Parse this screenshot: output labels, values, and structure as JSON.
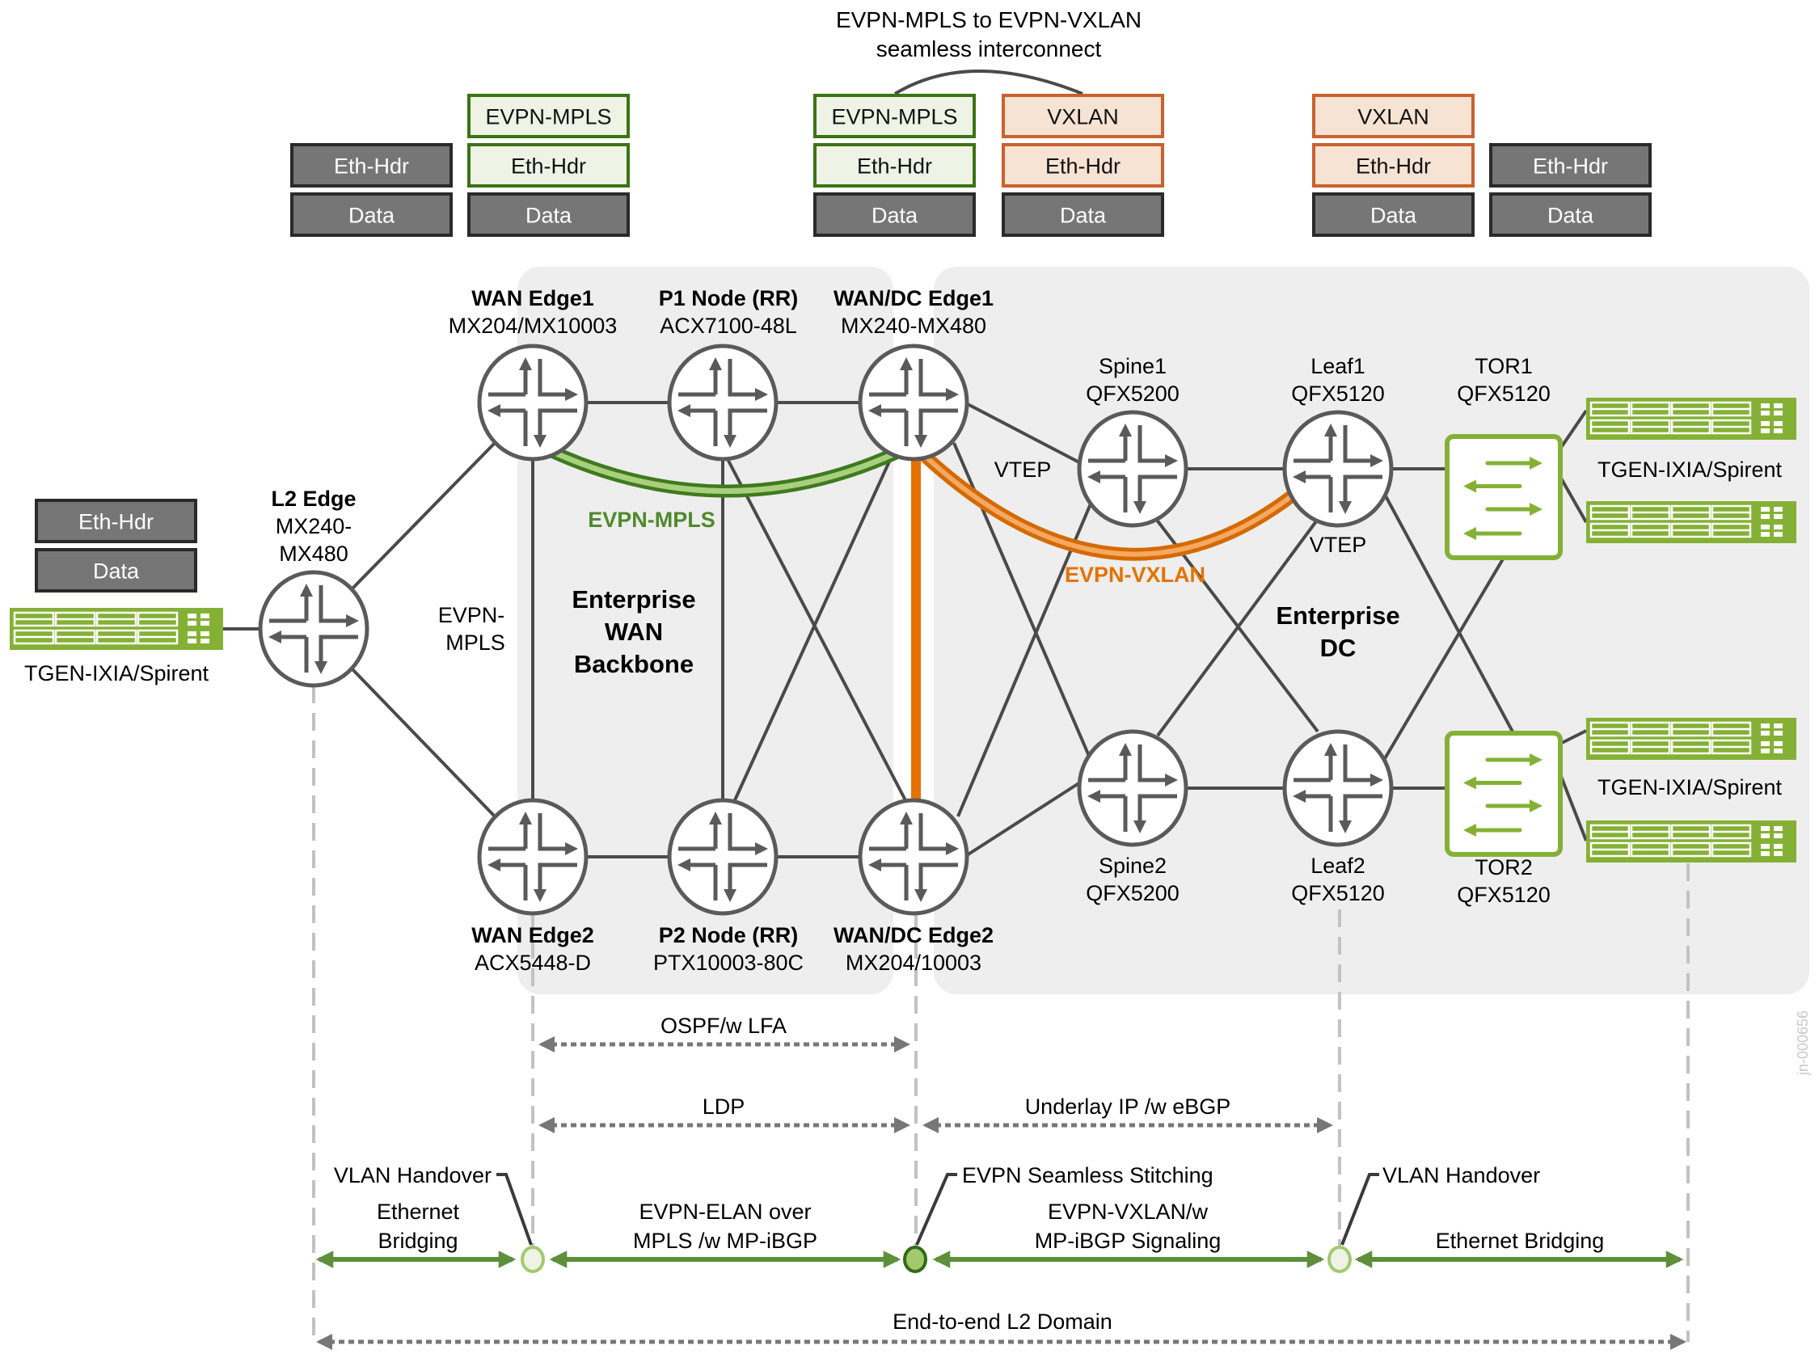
{
  "title": {
    "line1": "EVPN-MPLS to EVPN-VXLAN",
    "line2": "seamless interconnect"
  },
  "colors": {
    "router_stroke": "#5a5a5a",
    "link": "#4a4a4a",
    "region_bg": "#eeeeee",
    "evpn_mpls_green": "#4f8a2c",
    "evpn_mpls_fill": "#eff3e6",
    "evpn_mpls_border": "#3c7414",
    "vxlan_orange": "#e57200",
    "vxlan_fill": "#f7e3d4",
    "vxlan_border": "#c9612e",
    "data_fill": "#767676",
    "data_border": "#2a2a2a",
    "tgen_green": "#84b135",
    "arrow_green": "#5e8f3a",
    "arrow_gray": "#777777"
  },
  "packet_stacks": [
    {
      "id": "left",
      "layers": [
        {
          "label": "Eth-Hdr",
          "kind": "data"
        },
        {
          "label": "Data",
          "kind": "data"
        }
      ]
    },
    {
      "id": "s1",
      "layers": [
        {
          "label": "Eth-Hdr",
          "kind": "data"
        },
        {
          "label": "Data",
          "kind": "data"
        }
      ]
    },
    {
      "id": "s2",
      "layers": [
        {
          "label": "EVPN-MPLS",
          "kind": "mpls"
        },
        {
          "label": "Eth-Hdr",
          "kind": "mpls"
        },
        {
          "label": "Data",
          "kind": "data"
        }
      ]
    },
    {
      "id": "s3",
      "layers": [
        {
          "label": "EVPN-MPLS",
          "kind": "mpls"
        },
        {
          "label": "Eth-Hdr",
          "kind": "mpls"
        },
        {
          "label": "Data",
          "kind": "data"
        }
      ]
    },
    {
      "id": "s4",
      "layers": [
        {
          "label": "VXLAN",
          "kind": "vxlan"
        },
        {
          "label": "Eth-Hdr",
          "kind": "vxlan"
        },
        {
          "label": "Data",
          "kind": "data"
        }
      ]
    },
    {
      "id": "s5",
      "layers": [
        {
          "label": "VXLAN",
          "kind": "vxlan"
        },
        {
          "label": "Eth-Hdr",
          "kind": "vxlan"
        },
        {
          "label": "Data",
          "kind": "data"
        }
      ]
    },
    {
      "id": "s6",
      "layers": [
        {
          "label": "Eth-Hdr",
          "kind": "data"
        },
        {
          "label": "Data",
          "kind": "data"
        }
      ]
    }
  ],
  "regions": {
    "wan": {
      "line1": "Enterprise",
      "line2": "WAN",
      "line3": "Backbone"
    },
    "dc": {
      "line1": "Enterprise",
      "line2": "DC"
    }
  },
  "nodes": {
    "l2_edge": {
      "name": "L2 Edge",
      "model_line1": "MX240-",
      "model_line2": "MX480",
      "type": "router"
    },
    "wan_edge1": {
      "name": "WAN Edge1",
      "model": "MX204/MX10003",
      "type": "router"
    },
    "p1": {
      "name": "P1 Node (RR)",
      "model": "ACX7100-48L",
      "type": "router"
    },
    "wan_dc_edge1": {
      "name": "WAN/DC Edge1",
      "model": "MX240-MX480",
      "type": "router"
    },
    "wan_edge2": {
      "name": "WAN Edge2",
      "model": "ACX5448-D",
      "type": "router"
    },
    "p2": {
      "name": "P2 Node (RR)",
      "model": "PTX10003-80C",
      "type": "router"
    },
    "wan_dc_edge2": {
      "name": "WAN/DC Edge2",
      "model": "MX204/10003",
      "type": "router"
    },
    "spine1": {
      "name": "Spine1",
      "model": "QFX5200",
      "type": "router"
    },
    "spine2": {
      "name": "Spine2",
      "model": "QFX5200",
      "type": "router"
    },
    "leaf1": {
      "name": "Leaf1",
      "model": "QFX5120",
      "type": "router"
    },
    "leaf2": {
      "name": "Leaf2",
      "model": "QFX5120",
      "type": "router"
    },
    "tor1": {
      "name": "TOR1",
      "model": "QFX5120",
      "type": "switch"
    },
    "tor2": {
      "name": "TOR2",
      "model": "QFX5120",
      "type": "switch"
    },
    "tgen_left": {
      "name": "TGEN-IXIA/Spirent",
      "type": "traffic-generator"
    },
    "tgen_right_top": {
      "name": "TGEN-IXIA/Spirent",
      "type": "traffic-generator"
    },
    "tgen_right_bottom": {
      "name": "TGEN-IXIA/Spirent",
      "type": "traffic-generator"
    }
  },
  "link_labels": {
    "evpn_mpls_side": {
      "line1": "EVPN-",
      "line2": "MPLS"
    },
    "evpn_mpls_tunnel": "EVPN-MPLS",
    "evpn_vxlan_tunnel": "EVPN-VXLAN",
    "vtep_edge": "VTEP",
    "vtep_leaf": "VTEP"
  },
  "protocol_spans": {
    "ospf": "OSPF/w LFA",
    "ldp": "LDP",
    "underlay": "Underlay IP /w eBGP",
    "eth_bridging_left": {
      "line1": "Ethernet",
      "line2": "Bridging"
    },
    "evpn_elan": {
      "line1": "EVPN-ELAN over",
      "line2": "MPLS /w MP-iBGP"
    },
    "evpn_vxlan": {
      "line1": "EVPN-VXLAN/w",
      "line2": "MP-iBGP Signaling"
    },
    "eth_bridging_right": "Ethernet Bridging",
    "end_to_end": "End-to-end L2 Domain"
  },
  "callouts": {
    "vlan_handover_left": "VLAN Handover",
    "evpn_stitching": "EVPN Seamless Stitching",
    "vlan_handover_right": "VLAN Handover"
  },
  "watermark": "jn-000656"
}
